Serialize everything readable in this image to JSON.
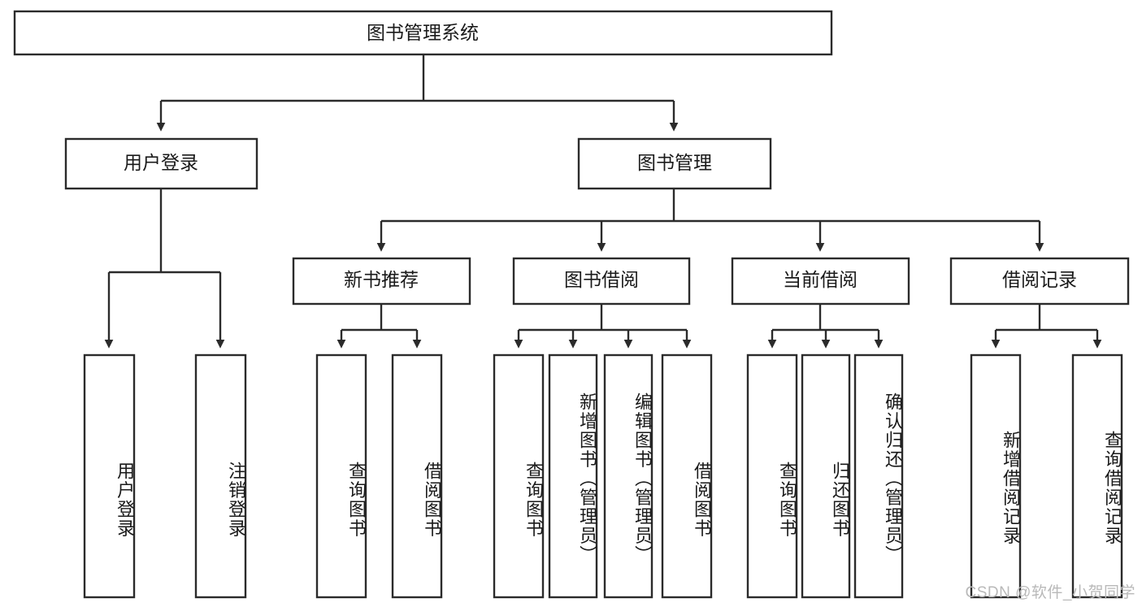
{
  "diagram": {
    "type": "tree",
    "title": "图书管理系统",
    "orientation": "top-down",
    "colors": {
      "box_fill": "#ffffff",
      "box_stroke": "#2b2b2b",
      "text": "#1a1a1a",
      "background": "#ffffff",
      "watermark": "#b9b9b9"
    },
    "root": {
      "label": "图书管理系统"
    },
    "level2": [
      {
        "id": "user-login",
        "label": "用户登录"
      },
      {
        "id": "book-manage",
        "label": "图书管理"
      }
    ],
    "level3": [
      {
        "id": "new-book-recommend",
        "label": "新书推荐",
        "parent": "book-manage"
      },
      {
        "id": "book-borrow",
        "label": "图书借阅",
        "parent": "book-manage"
      },
      {
        "id": "current-borrow",
        "label": "当前借阅",
        "parent": "book-manage"
      },
      {
        "id": "borrow-record",
        "label": "借阅记录",
        "parent": "book-manage"
      }
    ],
    "leaves": [
      {
        "id": "leaf-user-login",
        "label": "用户登录",
        "parent": "user-login"
      },
      {
        "id": "leaf-logout",
        "label": "注销登录",
        "parent": "user-login"
      },
      {
        "id": "leaf-query-book-1",
        "label": "查询图书",
        "parent": "new-book-recommend"
      },
      {
        "id": "leaf-borrow-book-1",
        "label": "借阅图书",
        "parent": "new-book-recommend"
      },
      {
        "id": "leaf-query-book-2",
        "label": "查询图书",
        "parent": "book-borrow"
      },
      {
        "id": "leaf-add-book",
        "label": "新增图书（管理员）",
        "parent": "book-borrow"
      },
      {
        "id": "leaf-edit-book",
        "label": "编辑图书（管理员）",
        "parent": "book-borrow"
      },
      {
        "id": "leaf-borrow-book-2",
        "label": "借阅图书",
        "parent": "book-borrow"
      },
      {
        "id": "leaf-query-book-3",
        "label": "查询图书",
        "parent": "current-borrow"
      },
      {
        "id": "leaf-return-book",
        "label": "归还图书",
        "parent": "current-borrow"
      },
      {
        "id": "leaf-confirm-return",
        "label": "确认归还（管理员）",
        "parent": "current-borrow"
      },
      {
        "id": "leaf-add-record",
        "label": "新增借阅记录",
        "parent": "borrow-record"
      },
      {
        "id": "leaf-query-record",
        "label": "查询借阅记录",
        "parent": "borrow-record"
      }
    ]
  },
  "watermark": {
    "text": "CSDN @软件_小贺同学"
  }
}
